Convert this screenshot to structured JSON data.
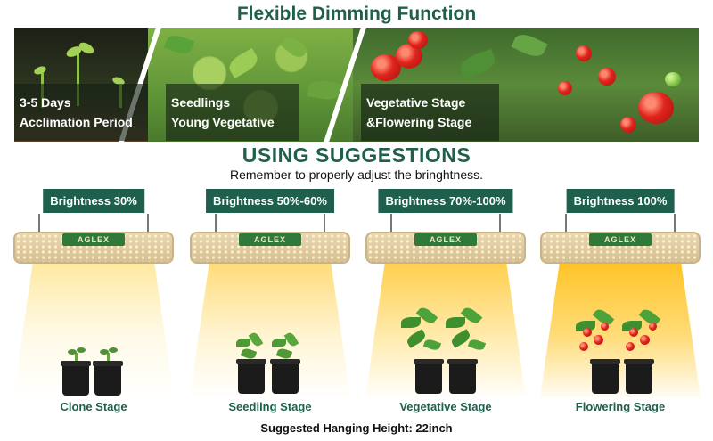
{
  "title": "Flexible Dimming Function",
  "banner": {
    "stages": [
      {
        "line1": "3-5 Days",
        "line2": "Acclimation Period"
      },
      {
        "line1": "Seedlings",
        "line2": "Young Vegetative"
      },
      {
        "line1": "Vegetative Stage",
        "line2": "&Flowering Stage"
      }
    ]
  },
  "subtitle": "USING SUGGESTIONS",
  "note": "Remember to properly adjust the bringhtness.",
  "lamp_brand": "AGLEX",
  "columns": [
    {
      "brightness": "Brightness 30%",
      "stage": "Clone Stage",
      "level": 0.3
    },
    {
      "brightness": "Brightness 50%-60%",
      "stage": "Seedling Stage",
      "level": 0.55
    },
    {
      "brightness": "Brightness 70%-100%",
      "stage": "Vegetative Stage",
      "level": 0.85
    },
    {
      "brightness": "Brightness 100%",
      "stage": "Flowering Stage",
      "level": 1.0
    }
  ],
  "footer": "Suggested Hanging Height: 22inch",
  "colors": {
    "accent": "#1f5f4e",
    "badge_text": "#ffffff"
  }
}
